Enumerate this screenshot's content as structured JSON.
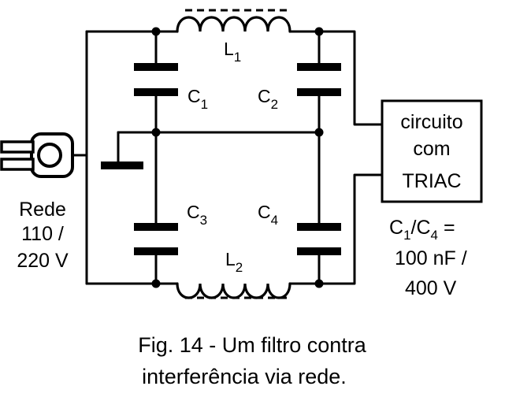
{
  "figure": {
    "inductors": [
      {
        "letter": "L",
        "index": "1"
      },
      {
        "letter": "L",
        "index": "2"
      }
    ],
    "capacitors": [
      {
        "letter": "C",
        "index": "1"
      },
      {
        "letter": "C",
        "index": "2"
      },
      {
        "letter": "C",
        "index": "3"
      },
      {
        "letter": "C",
        "index": "4"
      }
    ],
    "mains_label": [
      "Rede",
      "110 /",
      "220 V"
    ],
    "triac_box": [
      "circuito",
      "com",
      "TRIAC"
    ],
    "values_note": {
      "line1": {
        "c1": "C",
        "s1": "1",
        "slash": "/C",
        "s2": "4",
        "eq": " ="
      },
      "line2": "100 nF /",
      "line3": "400 V"
    },
    "caption": [
      "Fig. 14 - Um filtro contra",
      "interferência via rede."
    ]
  }
}
